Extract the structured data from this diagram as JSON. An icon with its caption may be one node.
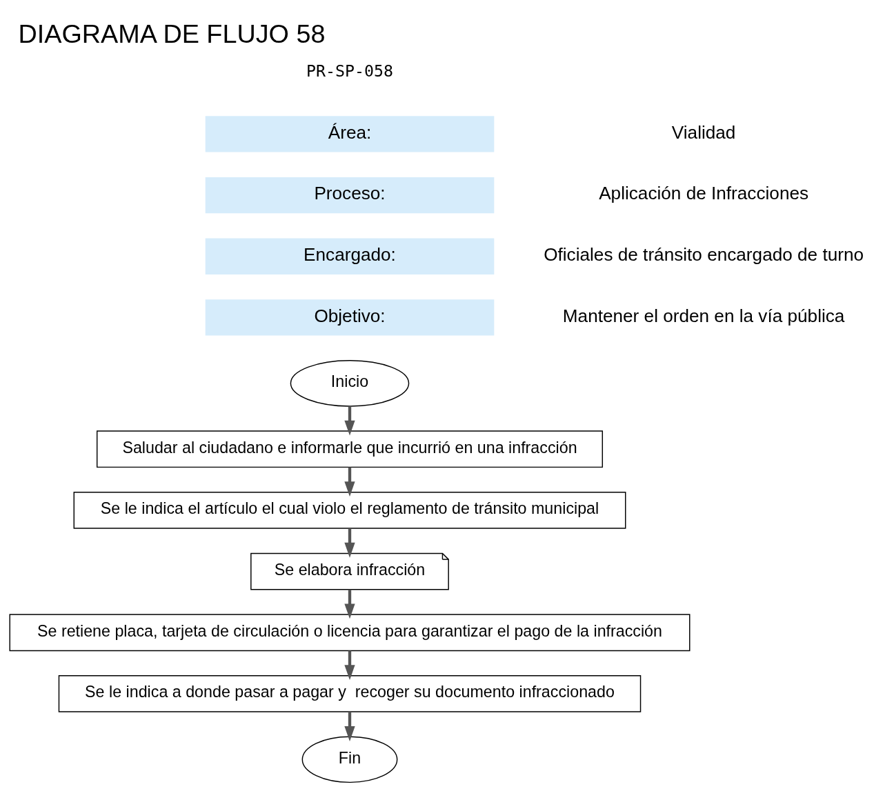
{
  "diagram": {
    "title": "DIAGRAMA DE FLUJO 58",
    "nodes": [
      {
        "text": [
          "Inicio"
        ]
      },
      {
        "text": [
          "Saludar al ciudadano e informarle que incurrió en una infracción"
        ]
      },
      {
        "text": [
          "Se le indica el artículo el cual violo el reglamento de tránsito municipal"
        ]
      },
      {
        "text": [
          "Se elabora infracción"
        ]
      },
      {
        "text": [
          "Se retiene placa, tarjeta de circulación o licencia para garantizar el pago de la infracción"
        ]
      },
      {
        "text": [
          "Se le indica a donde pasar a pagar y  recoger su documento infraccionado"
        ]
      },
      {
        "text": [
          "Fin"
        ]
      }
    ],
    "edges": [
      {
        "from": 0,
        "to": 1,
        "arrow": "to"
      },
      {
        "from": 1,
        "to": 2,
        "arrow": "to"
      },
      {
        "from": 2,
        "to": 3,
        "arrow": "to"
      },
      {
        "from": 3,
        "to": 4,
        "arrow": "to"
      },
      {
        "from": 4,
        "to": 5,
        "arrow": "to"
      },
      {
        "from": 5,
        "to": 6,
        "arrow": "to"
      }
    ],
    "labels": [
      "PR-SP-058",
      "Área:",
      "Vialidad",
      "Proceso:",
      "Aplicación de Infracciones",
      "Encargado:",
      "Oficiales de tránsito encargado de turno",
      "Objetivo:",
      "Mantener el orden en la vía pública"
    ]
  }
}
